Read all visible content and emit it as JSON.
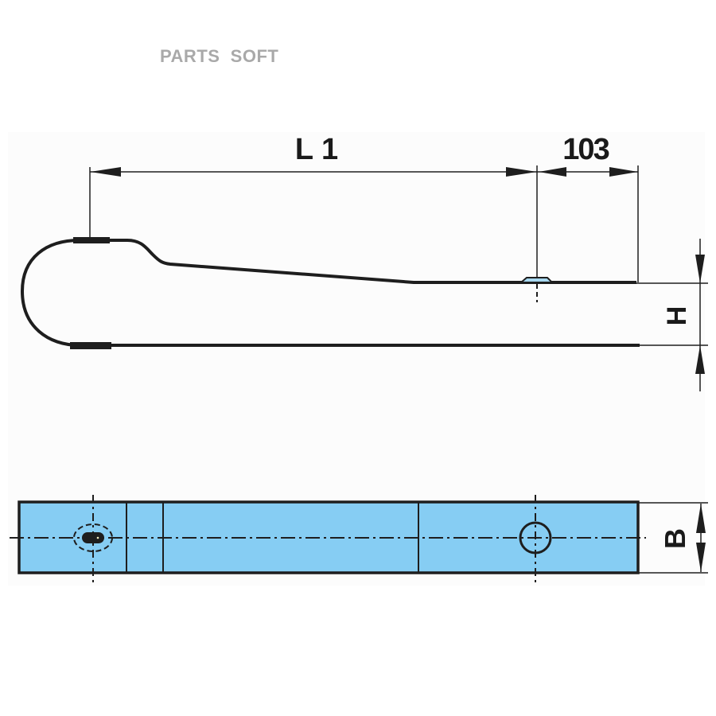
{
  "watermark": {
    "text": "PARTS  SOFT"
  },
  "drawing": {
    "title": "Leaf spring eye technical drawing",
    "dimensions": {
      "l1": {
        "label": "L 1"
      },
      "offset": {
        "label": "103"
      },
      "height": {
        "label": "H"
      },
      "width": {
        "label": "B"
      }
    },
    "views": [
      "side-view",
      "top-view"
    ],
    "colors": {
      "line": "#1e1e1e",
      "fill": "#86cdf3",
      "watermark": "#a9a9a9",
      "panel": "#fcfcfc"
    }
  }
}
